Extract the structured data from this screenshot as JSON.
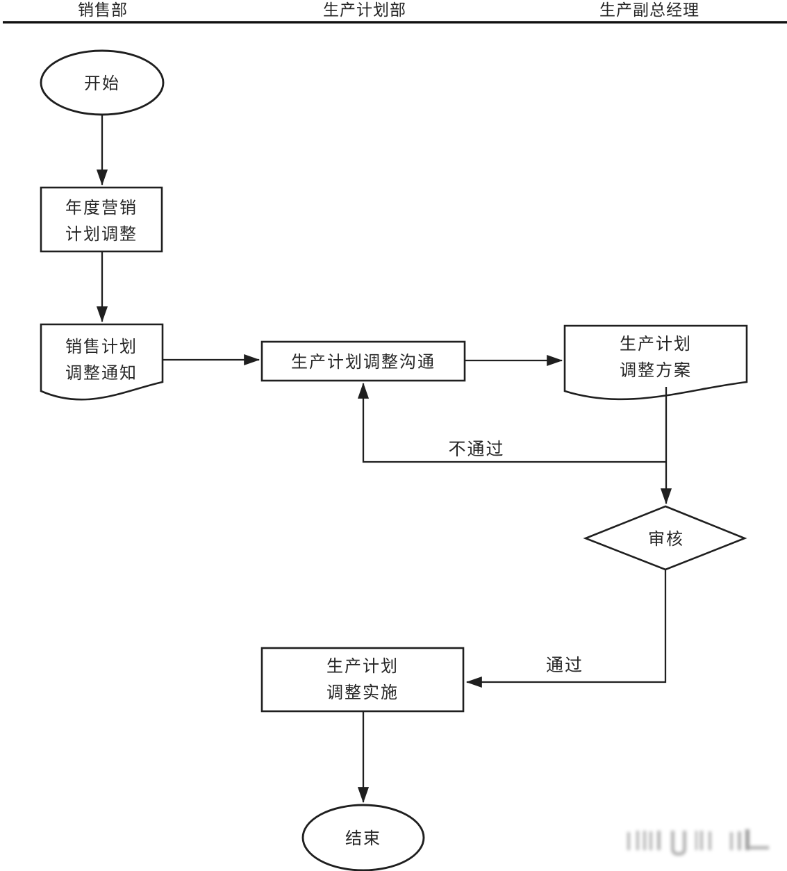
{
  "lanes": [
    {
      "label": "销售部"
    },
    {
      "label": "生产计划部"
    },
    {
      "label": "生产副总经理"
    }
  ],
  "nodes": {
    "start": {
      "type": "terminator",
      "label": "开始"
    },
    "annual_plan": {
      "type": "process",
      "line1": "年度营销",
      "line2": "计划调整"
    },
    "sales_notice": {
      "type": "document",
      "line1": "销售计划",
      "line2": "调整通知"
    },
    "comm": {
      "type": "process",
      "label": "生产计划调整沟通"
    },
    "scheme": {
      "type": "document",
      "line1": "生产计划",
      "line2": "调整方案"
    },
    "review": {
      "type": "decision",
      "label": "审核"
    },
    "impl": {
      "type": "process",
      "line1": "生产计划",
      "line2": "调整实施"
    },
    "end": {
      "type": "terminator",
      "label": "结束"
    }
  },
  "edges": {
    "reject_label": "不通过",
    "approve_label": "通过"
  },
  "colors": {
    "line": "#1f1f1f",
    "text": "#262626",
    "background": "#ffffff"
  }
}
